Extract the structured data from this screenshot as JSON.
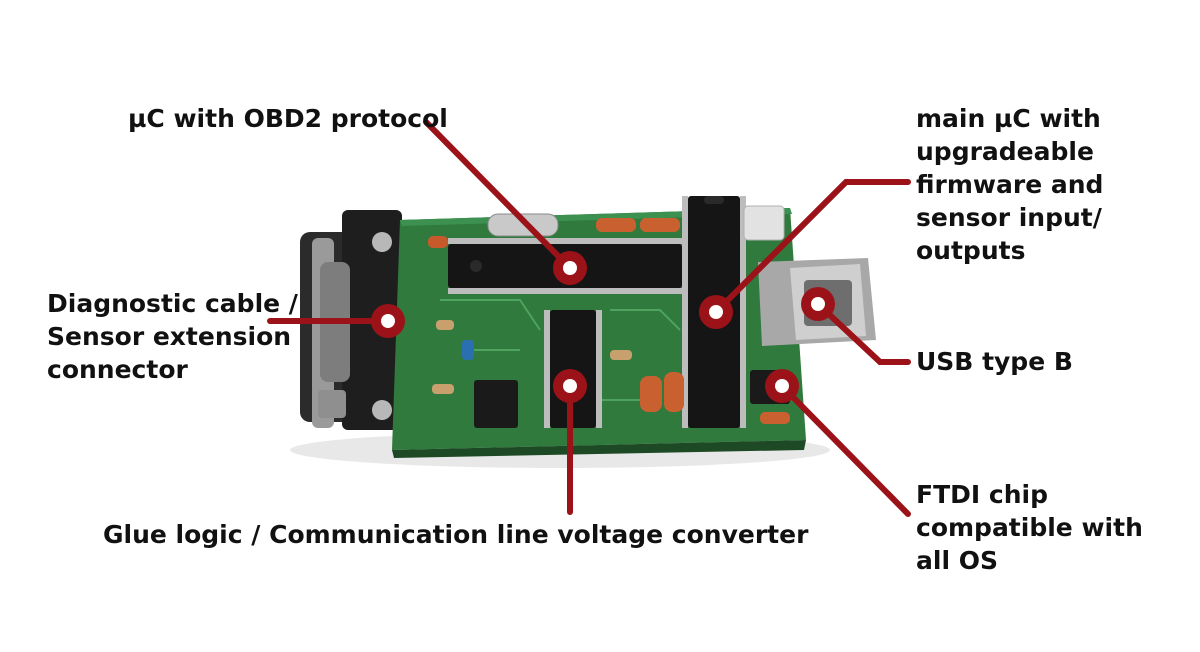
{
  "accent_color": "#9b1318",
  "board_color": "#2f7a3c",
  "labels": {
    "obd2": "µC with OBD2 protocol",
    "main_uc": "main µC with\nupgradeable\nfirmware and\nsensor input/\noutputs",
    "diagnostic": "Diagnostic cable /\nSensor extension\nconnector",
    "usb": "USB type B",
    "glue": "Glue logic / Communication line voltage converter",
    "ftdi": "FTDI chip\ncompatible with\nall OS"
  }
}
